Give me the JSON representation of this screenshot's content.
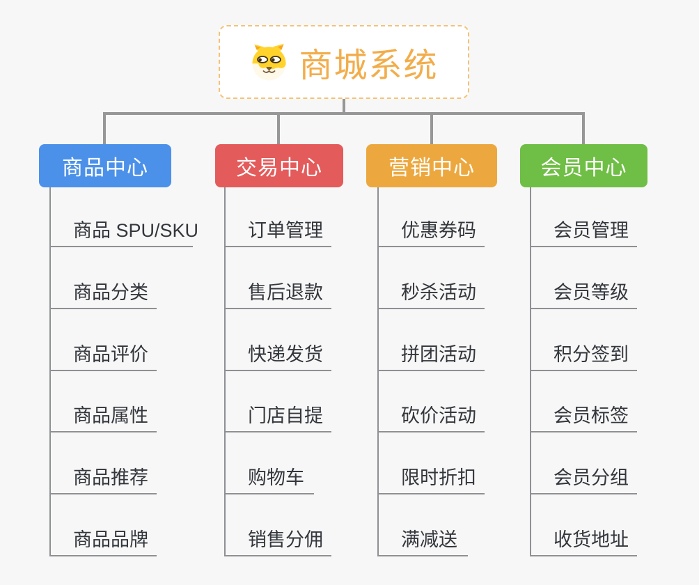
{
  "page": {
    "background_color": "#F7F7F7"
  },
  "root": {
    "title": "商城系统",
    "icon": "shiba-dog-icon",
    "text_color": "#F2AD4B",
    "border_color": "#F2C377"
  },
  "branches": [
    {
      "label": "商品中心",
      "color": "#4B91E9",
      "children": [
        "商品 SPU/SKU",
        "商品分类",
        "商品评价",
        "商品属性",
        "商品推荐",
        "商品品牌"
      ]
    },
    {
      "label": "交易中心",
      "color": "#E45B5B",
      "children": [
        "订单管理",
        "售后退款",
        "快递发货",
        "门店自提",
        "购物车",
        "销售分佣"
      ]
    },
    {
      "label": "营销中心",
      "color": "#ECA83F",
      "children": [
        "优惠券码",
        "秒杀活动",
        "拼团活动",
        "砍价活动",
        "限时折扣",
        "满减送"
      ]
    },
    {
      "label": "会员中心",
      "color": "#6FBE45",
      "children": [
        "会员管理",
        "会员等级",
        "积分签到",
        "会员标签",
        "会员分组",
        "收货地址"
      ]
    }
  ],
  "connectors": {
    "bus_color": "#979797",
    "underline_color": "#8F9094"
  }
}
